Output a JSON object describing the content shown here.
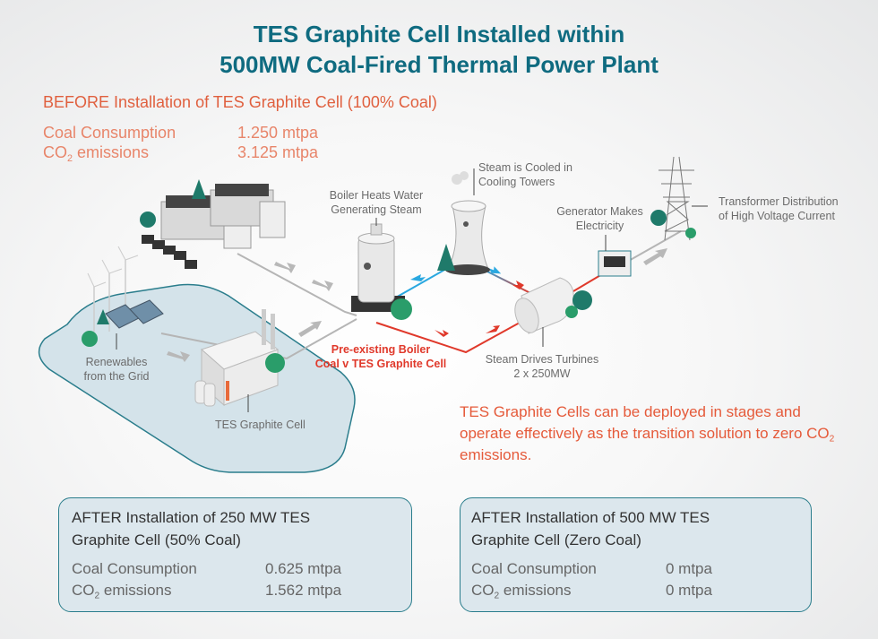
{
  "title": {
    "line1": "TES Graphite Cell Installed within",
    "line2": "500MW Coal-Fired Thermal Power Plant"
  },
  "before": {
    "heading": "BEFORE Installation of TES Graphite Cell (100% Coal)",
    "coal_label": "Coal Consumption",
    "coal_value": "1.250 mtpa",
    "co2_label_pre": "CO",
    "co2_sub": "2",
    "co2_label_post": " emissions",
    "co2_value": "3.125 mtpa"
  },
  "diagram": {
    "boiler_label_1": "Boiler Heats Water",
    "boiler_label_2": "Generating Steam",
    "cooling_label_1": "Steam is Cooled in",
    "cooling_label_2": "Cooling Towers",
    "generator_label_1": "Generator Makes",
    "generator_label_2": "Electricity",
    "transformer_label_1": "Transformer Distribution",
    "transformer_label_2": "of High Voltage Current",
    "renewables_label_1": "Renewables",
    "renewables_label_2": "from the Grid",
    "tes_label": "TES Graphite Cell",
    "preexisting_1": "Pre-existing Boiler",
    "preexisting_2": "Coal v TES Graphite Cell",
    "turbines_label_1": "Steam Drives Turbines",
    "turbines_label_2": "2 x 250MW"
  },
  "note": {
    "pre": "TES Graphite Cells can be deployed in stages and operate effectively as the transition solution to zero CO",
    "sub": "2",
    "post": " emissions."
  },
  "after_250": {
    "heading_1": "AFTER Installation of 250 MW TES",
    "heading_2": "Graphite Cell (50% Coal)",
    "coal_label": "Coal Consumption",
    "coal_value": "0.625 mtpa",
    "co2_label_pre": "CO",
    "co2_sub": "2",
    "co2_label_post": " emissions",
    "co2_value": "1.562 mtpa"
  },
  "after_500": {
    "heading_1": "AFTER Installation of 500 MW TES",
    "heading_2": "Graphite Cell (Zero Coal)",
    "coal_label": "Coal Consumption",
    "coal_value": "0 mtpa",
    "co2_label_pre": "CO",
    "co2_sub": "2",
    "co2_label_post": " emissions",
    "co2_value": "0 mtpa"
  },
  "colors": {
    "title": "#0f6b80",
    "accent": "#e0603f",
    "steam": "#e0392b",
    "water": "#2aa8e0",
    "box_fill": "#dce7ed",
    "box_border": "#2a7d8c"
  }
}
